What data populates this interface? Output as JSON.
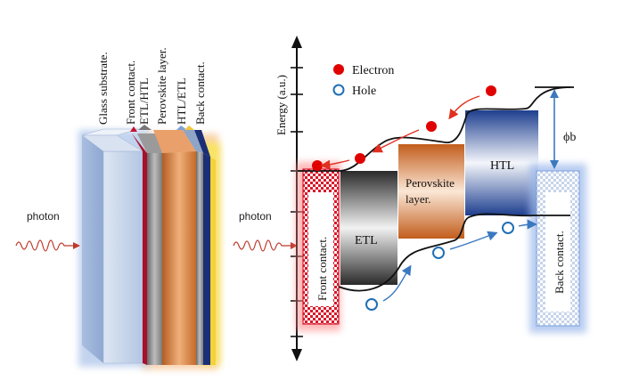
{
  "layer_labels": {
    "glass": "Glass substrate.",
    "front": "Front contact.",
    "etl_htl": "ETL/HTL",
    "perovskite": "Perovskite layer.",
    "htl_etl": "HTL/ETL",
    "back": "Back contact."
  },
  "photon_label": "photon",
  "axis_label": "Energy (a.u.)",
  "legend": {
    "electron": "Electron",
    "hole": "Hole"
  },
  "band_labels": {
    "front": "Front contact.",
    "etl": "ETL",
    "perovskite": "Perovskite layer.",
    "htl": "HTL",
    "back": "Back contact."
  },
  "barrier_label": "ϕb",
  "colors": {
    "electron": "#e00000",
    "hole": "#1f6fb5",
    "arrow_red": "#e03020",
    "arrow_blue": "#3a78c0",
    "perovskite": "#c8651f",
    "htl": "#1e3f8f",
    "front_contact": "#d8182a",
    "back_glow": "#7aa0e0"
  }
}
